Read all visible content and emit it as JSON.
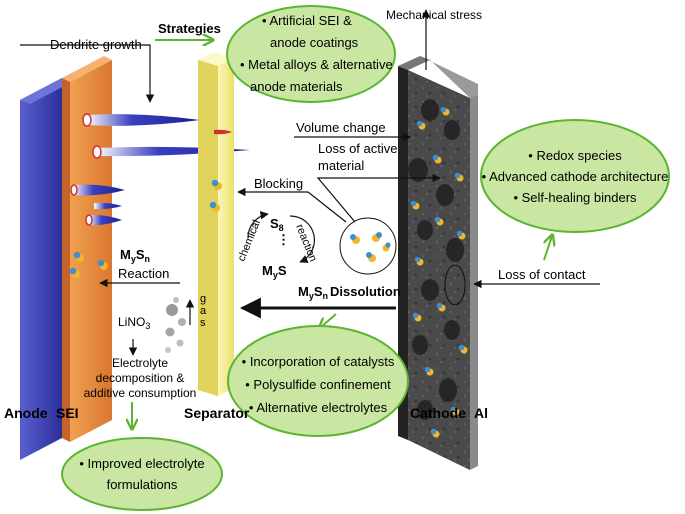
{
  "labels": {
    "dendrite_growth": "Dendrite growth",
    "strategies": "Strategies",
    "mechanical_stress": "Mechanical stress",
    "volume_change": "Volume change",
    "loss_active_line1": "Loss of active",
    "loss_active_line2": "material",
    "blocking": "Blocking",
    "chemical": "chemical",
    "reaction": "reaction",
    "s8_main": "S",
    "s8_sub": "8",
    "mys_main": "M",
    "mys_sub": "y",
    "mys_tail": "S",
    "mysn_reaction_M": "M",
    "mysn_reaction_y": "y",
    "mysn_reaction_S": "S",
    "mysn_reaction_n": "n",
    "reaction_label": "Reaction",
    "mysn_dissolution_M": "M",
    "mysn_dissolution_y": "y",
    "mysn_dissolution_S": "S",
    "mysn_dissolution_n": "n",
    "dissolution": "Dissolution",
    "linox_main": "LiNO",
    "linox_sub": "3",
    "gas_g": "g",
    "gas_a": "a",
    "gas_s": "s",
    "electrolyte_line1": "Electrolyte",
    "electrolyte_line2": "decomposition &",
    "electrolyte_line3": "additive consumption",
    "loss_of_contact": "Loss of contact",
    "anode": "Anode",
    "sei": "SEI",
    "separator": "Separator",
    "cathode": "Cathode",
    "al": "Al"
  },
  "bubbles": {
    "top_strategies": [
      "• Artificial SEI &",
      "anode coatings",
      "• Metal alloys & alternative",
      "anode materials"
    ],
    "cathode_strategies": [
      "• Redox species",
      "• Advanced cathode architecture",
      "• Self-healing binders"
    ],
    "dissolution_strategies": [
      "• Incorporation of catalysts",
      "• Polysulfide confinement",
      "• Alternative electrolytes"
    ],
    "electrolyte_strategies": [
      "• Improved electrolyte",
      "formulations"
    ]
  },
  "colors": {
    "anode": "#3a3fb0",
    "sei": "#e8893a",
    "separator": "#f5f29a",
    "cathode": "#3d3d3d",
    "bubble_fill": "#c9e6a2",
    "bubble_stroke": "#5cb531",
    "strategy_arrow": "#5cb531",
    "particle_blue": "#3c8fd0",
    "particle_yellow": "#f3b62b"
  }
}
